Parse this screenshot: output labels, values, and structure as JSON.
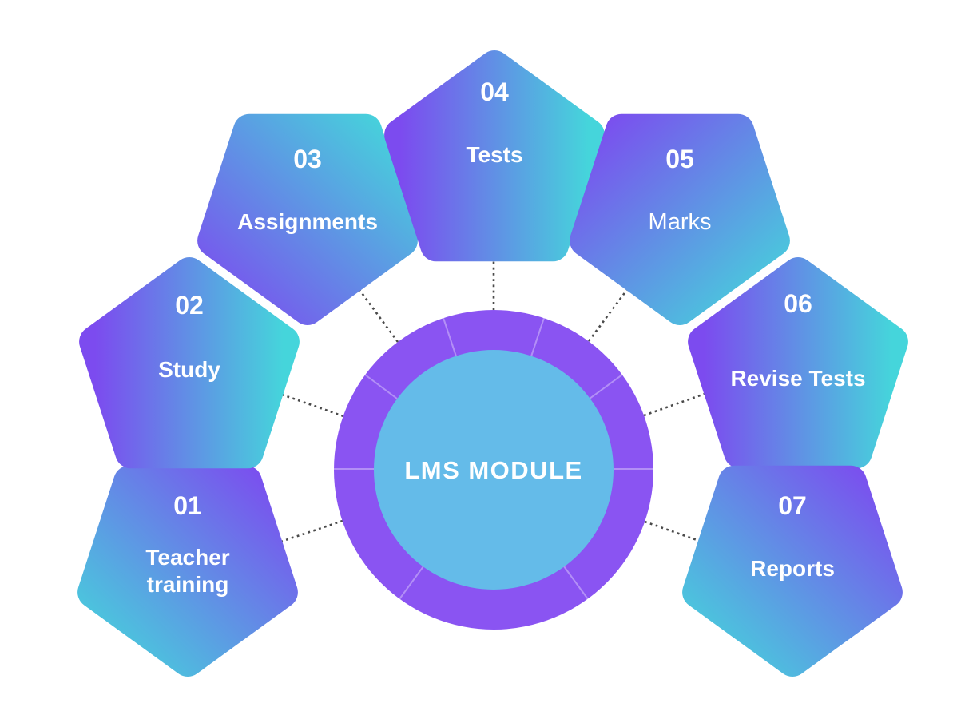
{
  "title": "LMS MODULE",
  "modules": [
    {
      "number": "01",
      "label": "Teacher training",
      "label_lines": [
        "Teacher",
        "training"
      ]
    },
    {
      "number": "02",
      "label": "Study"
    },
    {
      "number": "03",
      "label": "Assignments"
    },
    {
      "number": "04",
      "label": "Tests"
    },
    {
      "number": "05",
      "label": "Marks"
    },
    {
      "number": "06",
      "label": "Revise Tests"
    },
    {
      "number": "07",
      "label": "Reports"
    }
  ],
  "colors": {
    "pentagon_purple": "#7C4BEF",
    "pentagon_cyan": "#45D5DB",
    "ring_purple": "#8A54F2",
    "center_blue": "#64BBE9",
    "ring_divider": "rgba(255,255,255,0.35)",
    "connector_gray": "#4A4A4A",
    "text_white": "#FFFFFF",
    "background": "#FFFFFF"
  }
}
